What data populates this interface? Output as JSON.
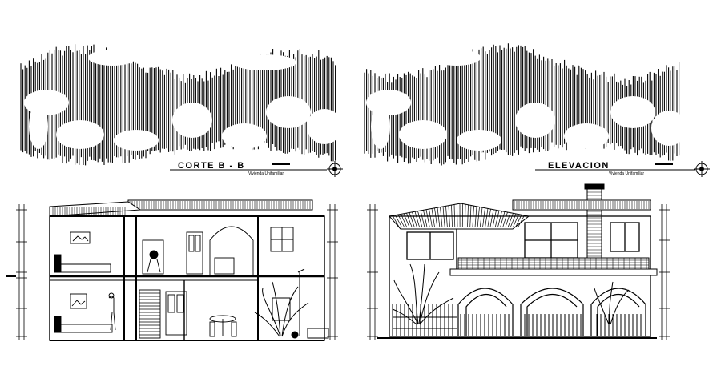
{
  "drawings": [
    {
      "id": "section",
      "title": "CORTE B - B",
      "subtitle": "Vivienda Unifamiliar"
    },
    {
      "id": "elevation",
      "title": "ELEVACION",
      "subtitle": "Vivienda Unifamiliar"
    }
  ],
  "colors": {
    "ink": "#000000",
    "paper": "#ffffff"
  }
}
